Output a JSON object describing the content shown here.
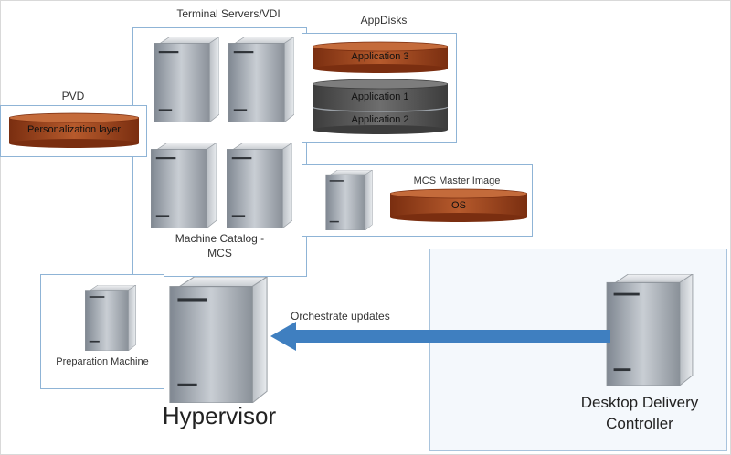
{
  "labels": {
    "terminal_servers": "Terminal Servers/VDI",
    "appdisks": "AppDisks",
    "pvd": "PVD",
    "machine_catalog_line1": "Machine Catalog -",
    "machine_catalog_line2": "MCS",
    "mcs_master_image": "MCS Master Image",
    "preparation_machine": "Preparation Machine",
    "hypervisor": "Hypervisor",
    "orchestrate_updates": "Orchestrate updates",
    "ddc_line1": "Desktop Delivery",
    "ddc_line2": "Controller"
  },
  "disks": {
    "application3": "Application 3",
    "application1": "Application 1",
    "application2": "Application 2",
    "personalization": "Personalization layer",
    "os": "OS"
  },
  "colors": {
    "box_border": "#8fb4d6",
    "disk_brown": "#a0461f",
    "disk_gray": "#5a5a5a",
    "arrow_blue": "#3f7fc0"
  }
}
